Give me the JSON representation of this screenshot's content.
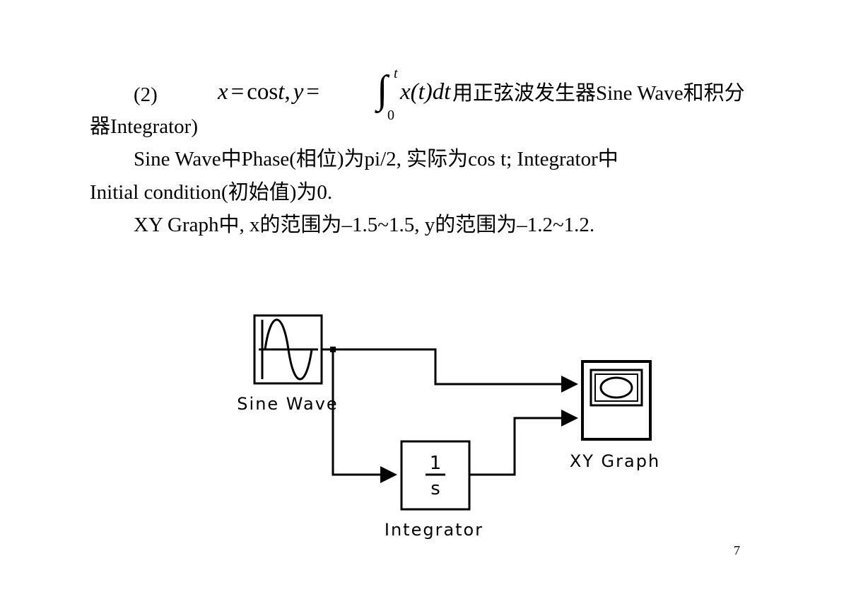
{
  "text": {
    "item_number": "(2)",
    "formula": {
      "part_x": "x",
      "eq": "=",
      "cos": "cos",
      "t": "t",
      "comma": ",",
      "part_y": "y",
      "integral": "∫",
      "upper": "t",
      "lower": "0",
      "integrand": "x(t)dt"
    },
    "line1_after_formula": "用正弦波发生器Sine Wave和积分",
    "line1_cont": "器Integrator)",
    "line2": "Sine  Wave中Phase(相位)为pi/2, 实际为cos  t; Integrator中",
    "line3": "Initial condition(初始值)为0.",
    "line4": "XY Graph中, x的范围为–1.5~1.5, y的范围为–1.2~1.2.",
    "page_number": "7"
  },
  "diagram": {
    "blocks": {
      "sine": {
        "label": "Sine Wave"
      },
      "integrator": {
        "label": "Integrator",
        "numerator": "1",
        "denominator": "s"
      },
      "xy": {
        "label": "XY Graph"
      }
    },
    "line_color": "#000000"
  }
}
